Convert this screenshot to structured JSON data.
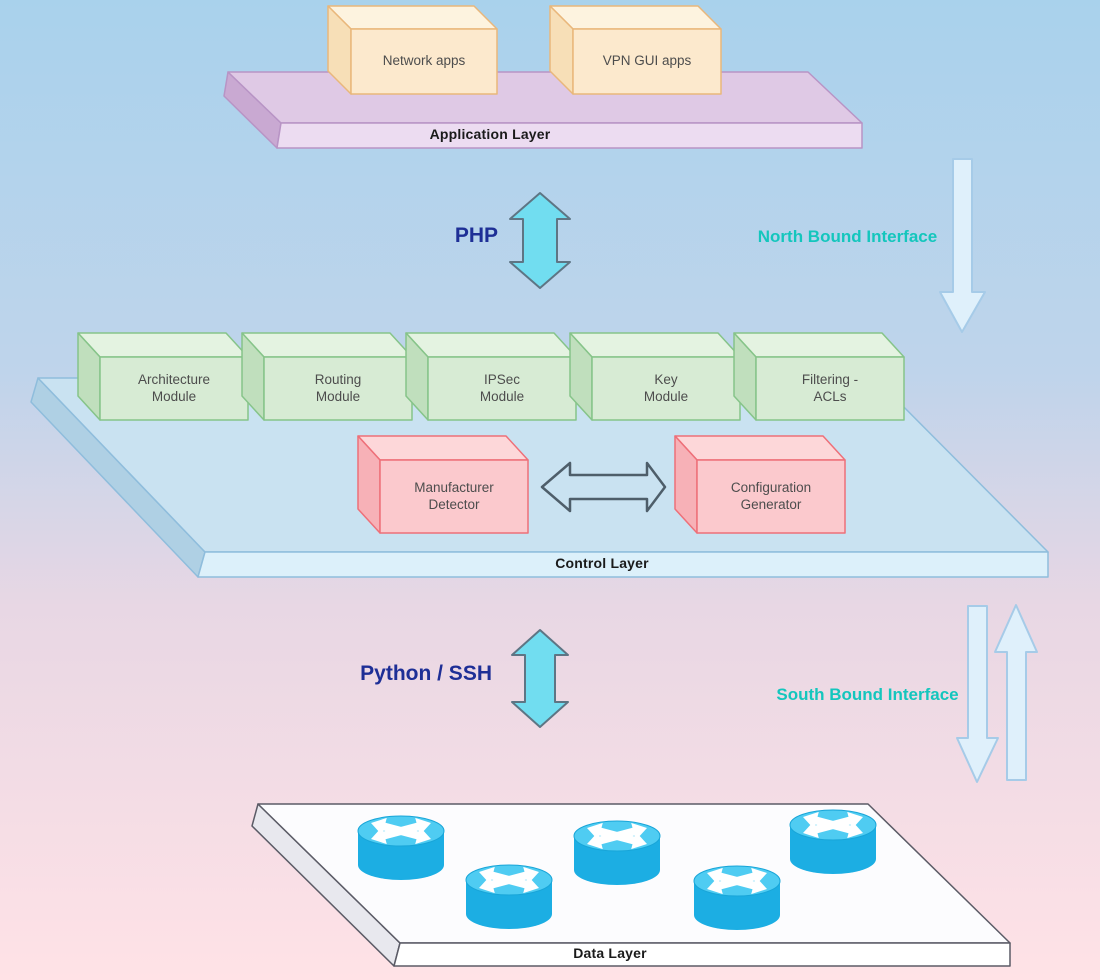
{
  "layers": {
    "application": {
      "label": "Application Layer",
      "boxes": [
        {
          "label": "Network apps"
        },
        {
          "label": "VPN GUI apps"
        }
      ]
    },
    "control": {
      "label": "Control Layer",
      "modules": [
        {
          "label": "Architecture\nModule"
        },
        {
          "label": "Routing\nModule"
        },
        {
          "label": "IPSec\nModule"
        },
        {
          "label": "Key\nModule"
        },
        {
          "label": "Filtering -\nACLs"
        }
      ],
      "components": [
        {
          "label": "Manufacturer\nDetector"
        },
        {
          "label": "Configuration\nGenerator"
        }
      ]
    },
    "data": {
      "label": "Data Layer",
      "device": "router",
      "router_count": 5
    }
  },
  "connections": {
    "php": {
      "label": "PHP",
      "direction": "both"
    },
    "north": {
      "label": "North Bound Interface",
      "direction": "down"
    },
    "python": {
      "label": "Python / SSH",
      "direction": "both"
    },
    "south": {
      "label": "South Bound Interface",
      "direction": "both"
    }
  },
  "colors": {
    "bg_top": "#A9D2EC",
    "bg_mid_blue": "#BFD4EB",
    "bg_mid_pink": "#E8D7E4",
    "bg_bottom": "#FFE2E6",
    "app_top": "#DFC9E5",
    "app_front": "#ECDCF1",
    "app_side": "#C9A9D2",
    "app_stroke": "#B894C5",
    "ctrl_top": "#C9E2F1",
    "ctrl_front": "#DCF0FA",
    "ctrl_side": "#AFD0E4",
    "ctrl_stroke": "#8FBDDC",
    "data_top": "#FCFCFE",
    "data_front": "#FFFFFF",
    "data_side": "#E8E8EE",
    "data_stroke": "#5B5B66",
    "orange_front": "#FCE9CD",
    "orange_top": "#FDF3DF",
    "orange_side": "#F7DFB7",
    "orange_stroke": "#E9B77B",
    "green_front": "#D7EBD4",
    "green_top": "#E4F3E1",
    "green_side": "#C0DFBD",
    "green_stroke": "#86C489",
    "pink_front": "#FBC9CD",
    "pink_top": "#FDD7D9",
    "pink_side": "#F7B1B7",
    "pink_stroke": "#EE7079",
    "cyan_arrow": "#71DDF0",
    "cyan_arrow_stroke": "#5E7584",
    "pale_arrow": "#DFF0FB",
    "pale_arrow_stroke": "#A6CBE8",
    "hollow_arrow_stroke": "#4E5E6A",
    "router_body": "#1CAEE3",
    "router_top": "#4FCCF2",
    "router_stroke": "#18A5D8",
    "text_navy": "#1E2F96",
    "text_cyan": "#14C6BD",
    "text_box": "#4D4D4D",
    "text_layer": "#1A1A1A"
  }
}
